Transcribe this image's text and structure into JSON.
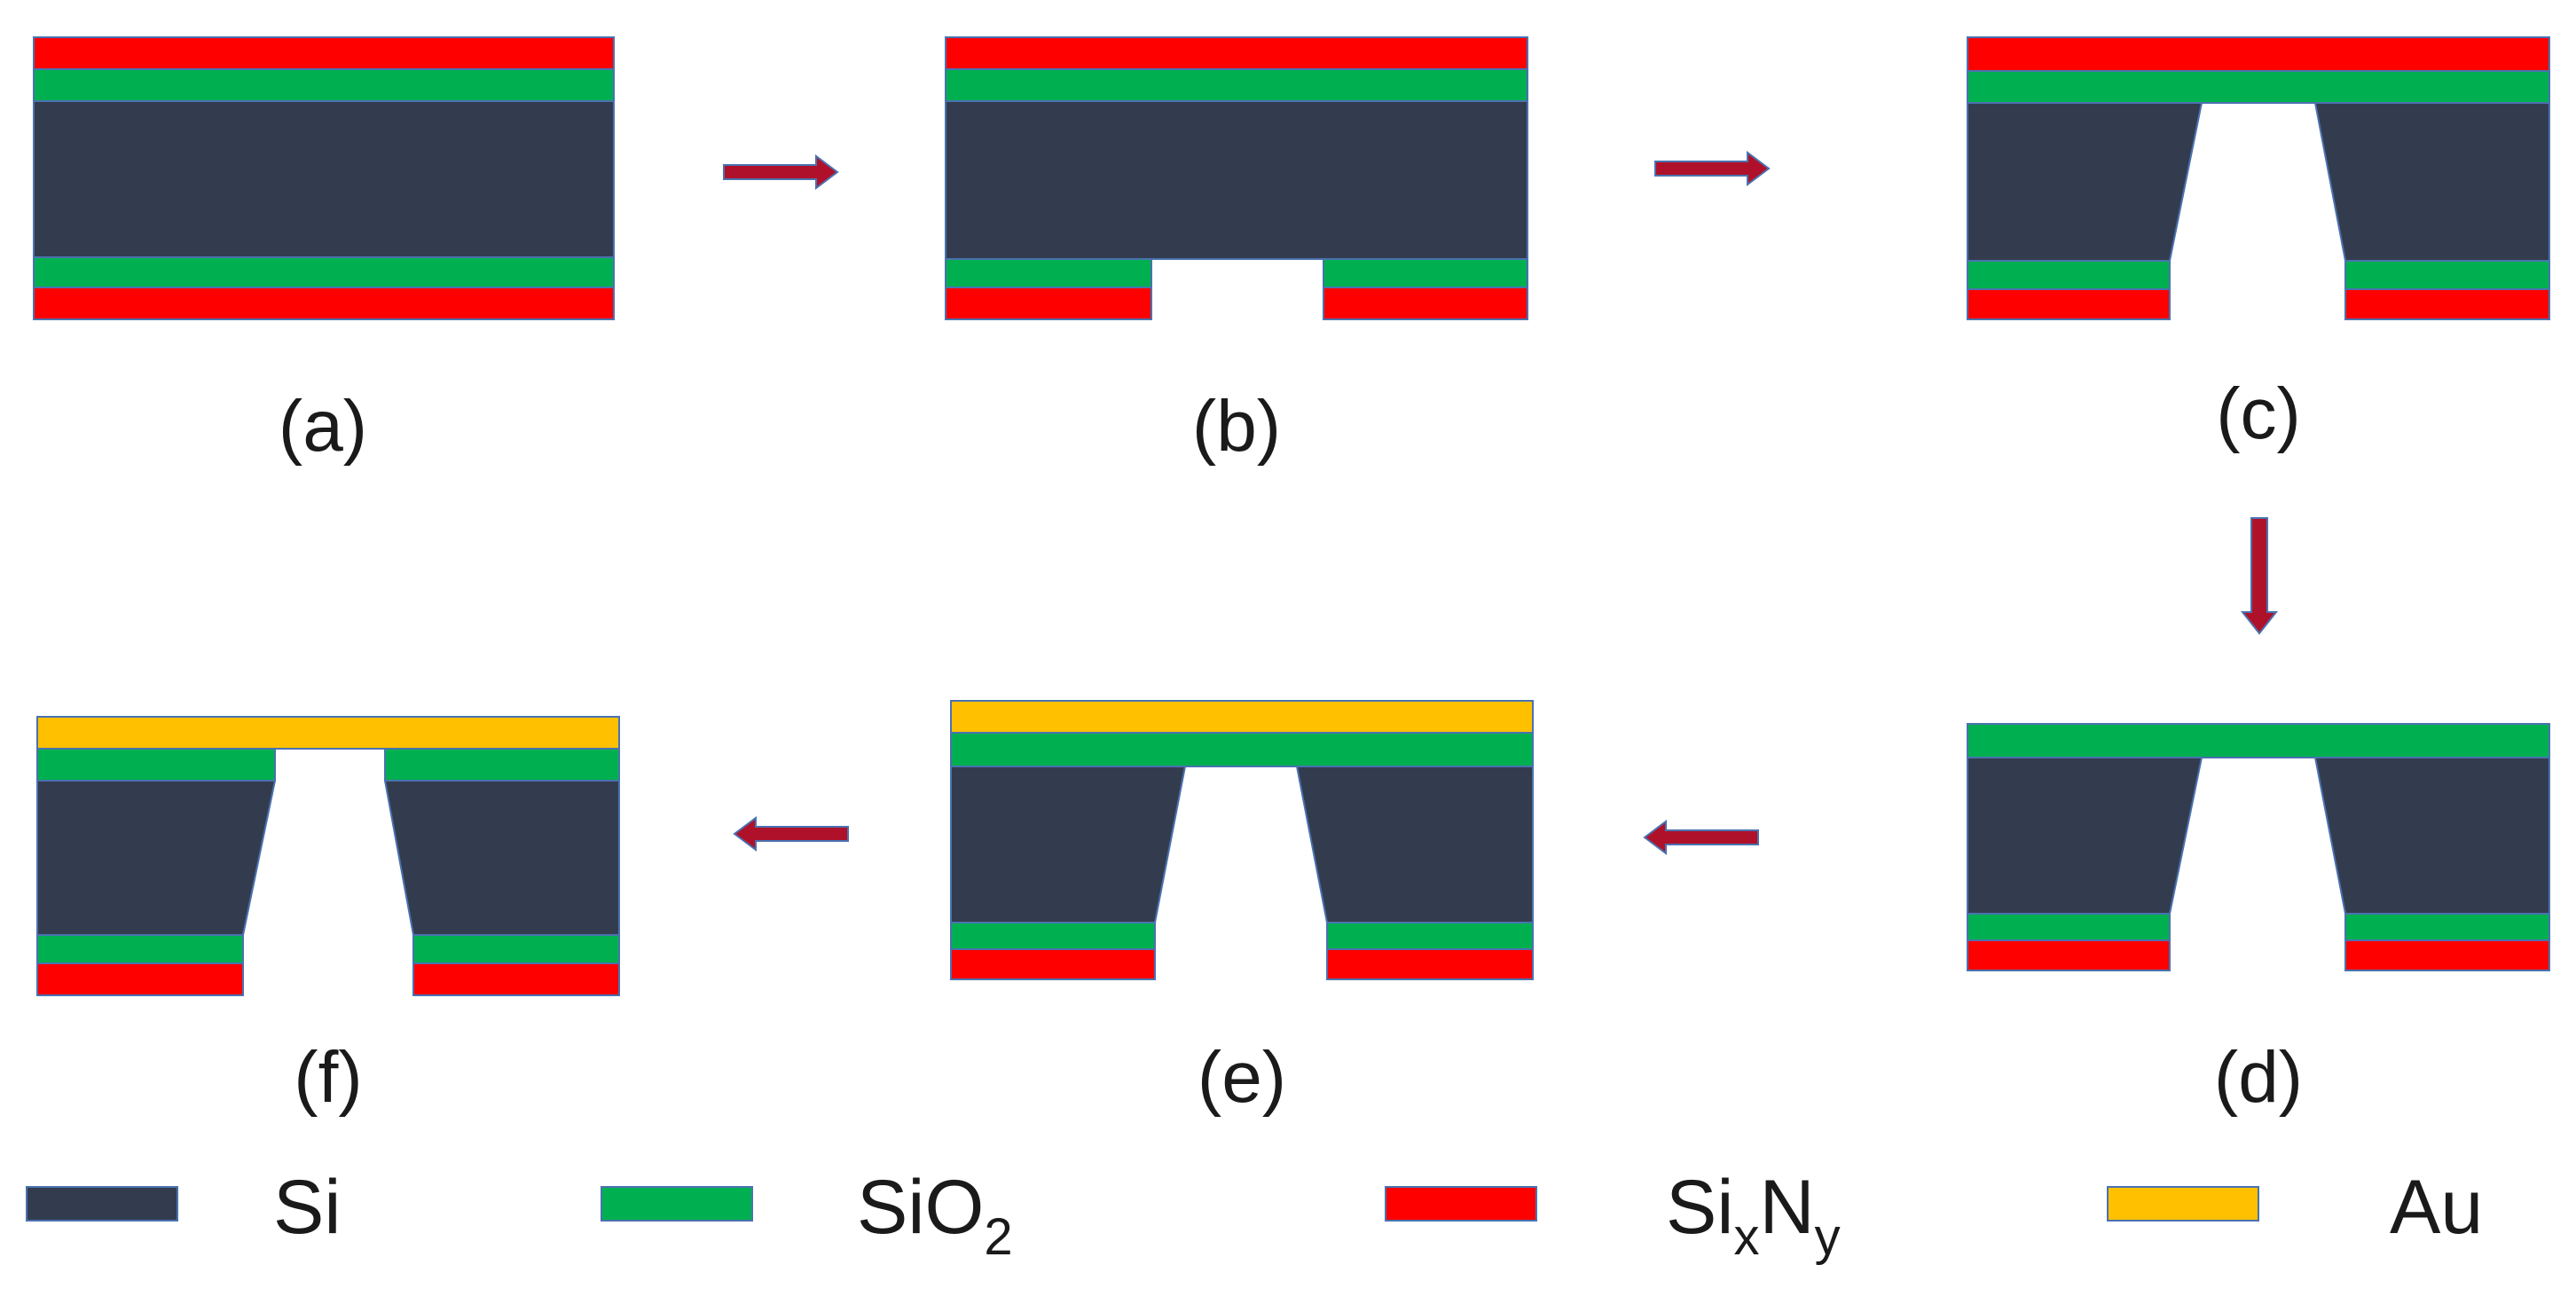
{
  "colors": {
    "si": "#333c4e",
    "sio2": "#00b050",
    "sixny": "#ff0000",
    "au": "#ffc000",
    "outline": "#4a72b0",
    "arrow_fill": "#b0112a",
    "arrow_edge": "#4a72b0"
  },
  "steps": [
    {
      "id": "a",
      "label": "(a)"
    },
    {
      "id": "b",
      "label": "(b)"
    },
    {
      "id": "c",
      "label": "(c)"
    },
    {
      "id": "d",
      "label": "(d)"
    },
    {
      "id": "e",
      "label": "(e)"
    },
    {
      "id": "f",
      "label": "(f)"
    }
  ],
  "legend": [
    {
      "material": "si",
      "text": "Si"
    },
    {
      "material": "sio2",
      "text": "SiO",
      "sub1": "2"
    },
    {
      "material": "sixny",
      "text": "Si",
      "sub1": "x",
      "text2": "N",
      "sub2": "y"
    },
    {
      "material": "au",
      "text": "Au"
    }
  ],
  "arrows": [
    {
      "from": "a",
      "to": "b",
      "direction": "right"
    },
    {
      "from": "b",
      "to": "c",
      "direction": "right"
    },
    {
      "from": "c",
      "to": "d",
      "direction": "down"
    },
    {
      "from": "d",
      "to": "e",
      "direction": "left"
    },
    {
      "from": "e",
      "to": "f",
      "direction": "left"
    }
  ]
}
